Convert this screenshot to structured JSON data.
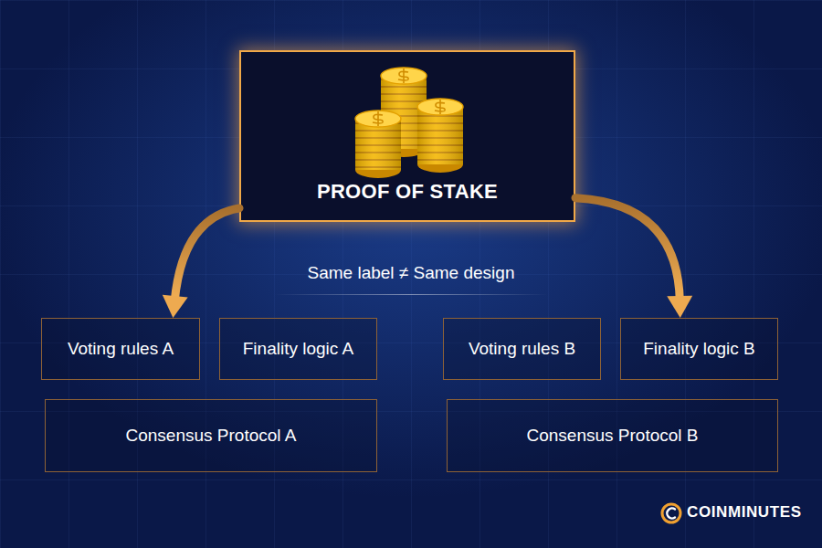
{
  "diagram": {
    "nodes": [
      {
        "text": [
          "PROOF OF STAKE"
        ]
      },
      {
        "text": [
          "Voting rules A"
        ]
      },
      {
        "text": [
          "Finality logic A"
        ]
      },
      {
        "text": [
          "Voting rules B"
        ]
      },
      {
        "text": [
          "Finality logic B"
        ]
      },
      {
        "text": [
          "Consensus Protocol A"
        ]
      },
      {
        "text": [
          "Consensus Protocol B"
        ]
      }
    ],
    "edges": [
      {
        "from": 0,
        "to": 1,
        "arrow": "to"
      },
      {
        "from": 0,
        "to": 4,
        "arrow": "to"
      }
    ],
    "labels": [
      "Same label ≠ Same design",
      "COINMINUTES"
    ]
  }
}
